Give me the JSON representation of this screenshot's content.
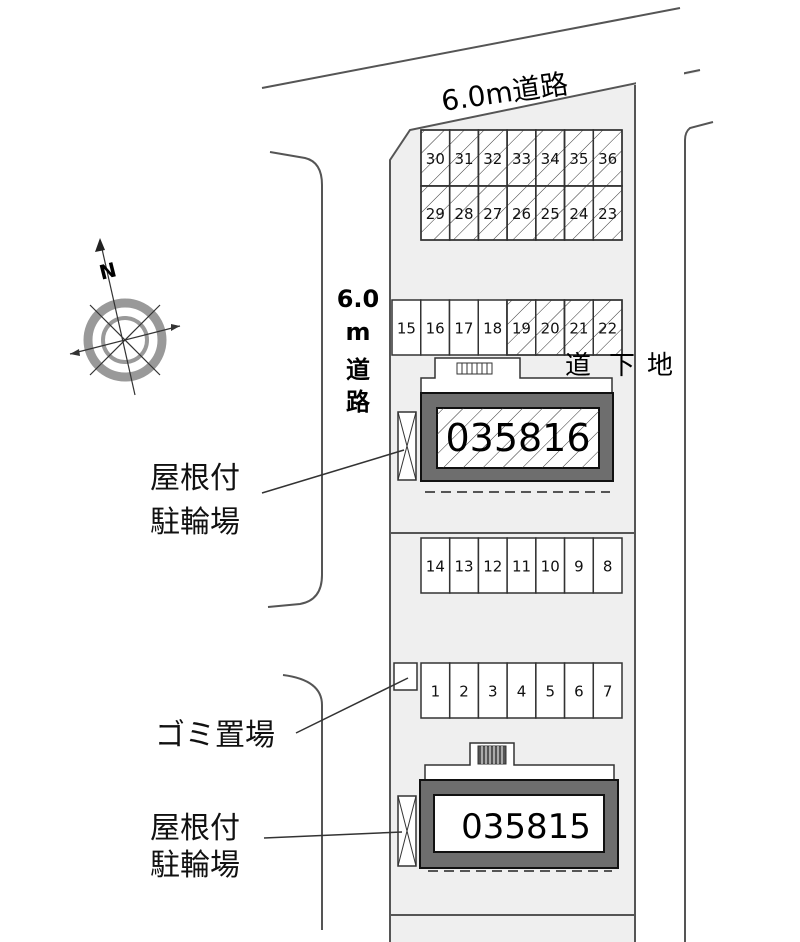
{
  "top_road": "6.0m道路",
  "left_road": {
    "line1": "6.0",
    "line2": "m",
    "line3": "道",
    "line4": "路"
  },
  "underground_road": [
    "道",
    "下",
    "地"
  ],
  "parking_rows": {
    "top_upper": [
      "30",
      "31",
      "32",
      "33",
      "34",
      "35",
      "36"
    ],
    "top_lower": [
      "29",
      "28",
      "27",
      "26",
      "25",
      "24",
      "23"
    ],
    "middle": [
      "15",
      "16",
      "17",
      "18",
      "19",
      "20",
      "21",
      "22"
    ],
    "middle_hatched": [
      false,
      false,
      false,
      false,
      true,
      true,
      true,
      true
    ],
    "lower": [
      "14",
      "13",
      "12",
      "11",
      "10",
      "9",
      "8"
    ],
    "bottom": [
      "1",
      "2",
      "3",
      "4",
      "5",
      "6",
      "7"
    ]
  },
  "buildings": [
    {
      "id": "035816"
    },
    {
      "id": "035815"
    }
  ],
  "labels": {
    "bike_shelter_1": [
      "屋根付",
      "駐輪場"
    ],
    "garbage": "ゴミ置場",
    "bike_shelter_2": [
      "屋根付",
      "駐輪場"
    ]
  },
  "compass": {
    "north": "N"
  }
}
